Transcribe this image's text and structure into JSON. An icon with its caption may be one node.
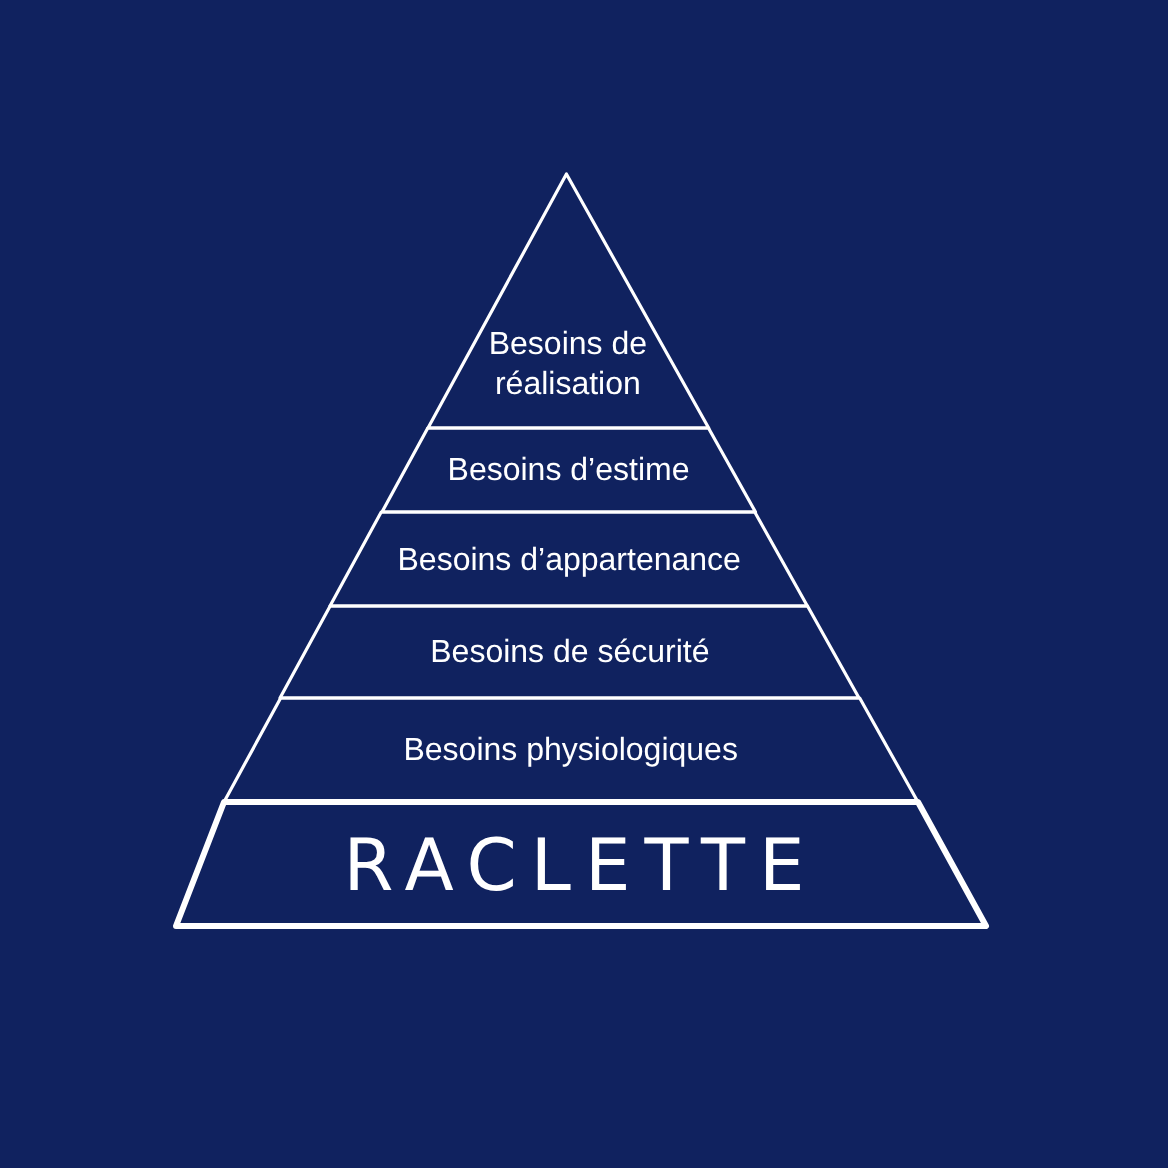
{
  "diagram": {
    "nodes": [
      {
        "text": [
          "Besoins de réalisation"
        ]
      },
      {
        "text": [
          "Besoins d’estime"
        ]
      },
      {
        "text": [
          "Besoins d’appartenance"
        ]
      },
      {
        "text": [
          "Besoins de sécurité"
        ]
      },
      {
        "text": [
          "Besoins physiologiques"
        ]
      },
      {
        "text": [
          "RACLETTE"
        ]
      }
    ]
  }
}
